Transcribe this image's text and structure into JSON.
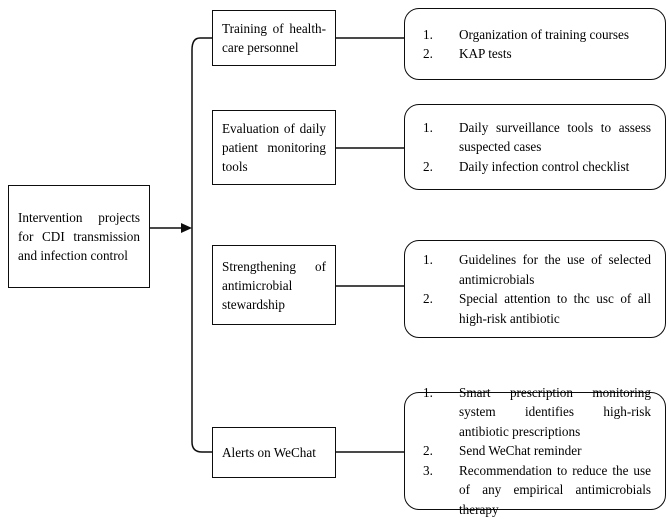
{
  "diagram": {
    "title": "Intervention projects for CDI transmission and infection control flowchart",
    "source": {
      "label": "Intervention projects for CDI transmission and infection control"
    },
    "branches": [
      {
        "label": "Training of health-care personnel",
        "details": [
          "Organization of training courses",
          "KAP tests"
        ]
      },
      {
        "label": "Evaluation of daily patient monitoring tools",
        "details": [
          "Daily surveillance tools to assess suspected cases",
          "Daily infection control checklist"
        ]
      },
      {
        "label": "Strengthening of antimicrobial stewardship",
        "details": [
          "Guidelines for the use of selected antimicrobials",
          "Special attention to thc usc of all high-risk antibiotic"
        ]
      },
      {
        "label": "Alerts on WeChat",
        "details": [
          "Smart prescription monitoring system identifies high-risk antibiotic prescriptions",
          "Send WeChat reminder",
          "Recommendation to reduce the use of any empirical antimicrobials therapy"
        ]
      }
    ],
    "style": {
      "line_color": "#0d0d0d",
      "background": "#ffffff",
      "text_color": "#000000"
    }
  }
}
